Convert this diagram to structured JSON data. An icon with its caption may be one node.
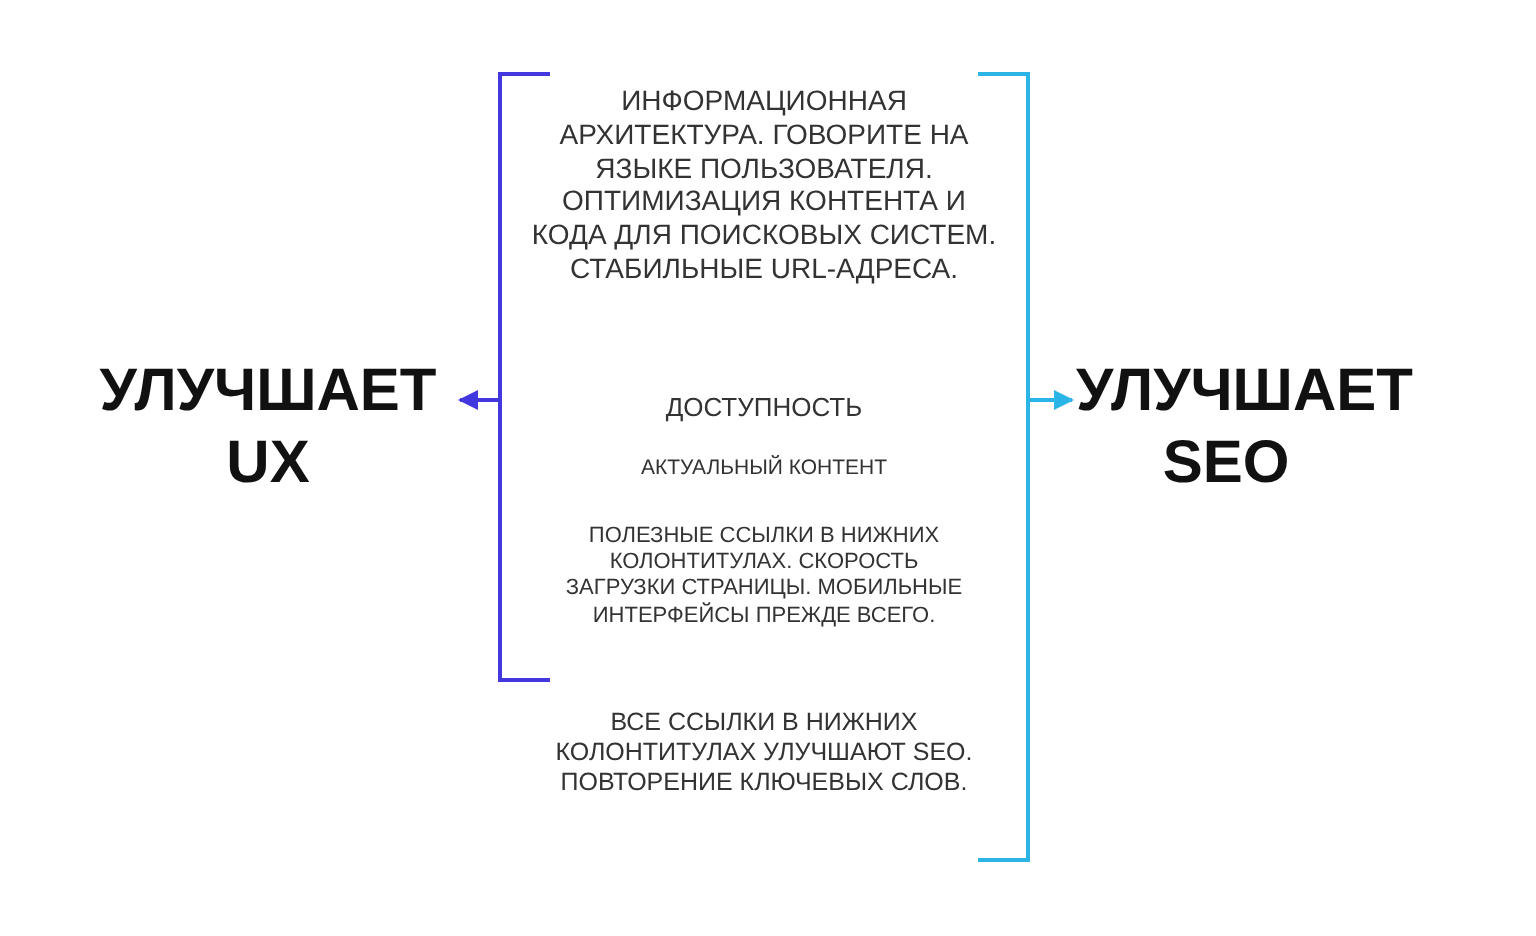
{
  "diagram": {
    "nodes": [
      {
        "text": [
          "УЛУЧШАЕТ UX"
        ]
      },
      {
        "text": [
          "УЛУЧШАЕТ SEO"
        ]
      },
      {
        "text": [],
        "shape": "bracket"
      },
      {
        "text": [],
        "shape": "bracket"
      },
      {
        "text": [
          "ИНФОРМАЦИОННАЯ АРХИТЕКТУРА. ГОВОРИТЕ НА ЯЗЫКЕ ПОЛЬЗОВАТЕЛЯ. ОПТИМИЗАЦИЯ КОНТЕНТА И КОДА ДЛЯ ПОИСКОВЫХ СИСТЕМ. СТАБИЛЬНЫЕ URL-АДРЕСА."
        ]
      },
      {
        "text": [
          "ДОСТУПНОСТЬ"
        ]
      },
      {
        "text": [
          "АКТУАЛЬНЫЙ КОНТЕНТ"
        ]
      },
      {
        "text": [
          "ПОЛЕЗНЫЕ ССЫЛКИ В НИЖНИХ КОЛОНТИТУЛАХ. СКОРОСТЬ ЗАГРУЗКИ СТРАНИЦЫ. МОБИЛЬНЫЕ ИНТЕРФЕЙСЫ ПРЕЖДЕ ВСЕГО."
        ]
      },
      {
        "text": [
          "ВСЕ ССЫЛКИ В НИЖНИХ КОЛОНТИТУЛАХ УЛУЧШАЮТ SEO. ПОВТОРЕНИЕ КЛЮЧЕВЫХ СЛОВ."
        ]
      }
    ],
    "edges": [
      {
        "from": 2,
        "to": 0,
        "arrow": "to",
        "color": "#4338e0"
      },
      {
        "from": 3,
        "to": 1,
        "arrow": "to",
        "color": "#2bb5e6"
      }
    ]
  }
}
